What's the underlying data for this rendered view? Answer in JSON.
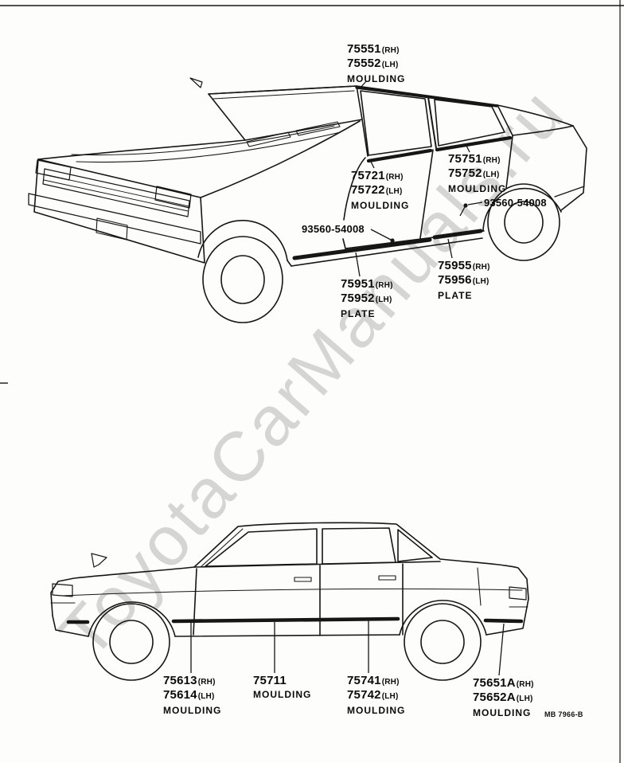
{
  "watermark": "ToyotaCarManuals.ru",
  "footer_code": "MB 7966-B",
  "colors": {
    "ink": "#161616",
    "watermark_gray": "#b5b5b5"
  },
  "labels": {
    "roof": {
      "n1": "75551",
      "s1": "(RH)",
      "n2": "75552",
      "s2": "(LH)",
      "t": "MOULDING"
    },
    "front_door_top": {
      "n1": "75721",
      "s1": "(RH)",
      "n2": "75722",
      "s2": "(LH)",
      "t": "MOULDING"
    },
    "rear_door_top": {
      "n1": "75751",
      "s1": "(RH)",
      "n2": "75752",
      "s2": "(LH)",
      "t": "MOULDING"
    },
    "clip_left": {
      "n": "93560-54008"
    },
    "clip_right": {
      "n": "93560-54008"
    },
    "front_plate": {
      "n1": "75951",
      "s1": "(RH)",
      "n2": "75952",
      "s2": "(LH)",
      "t": "PLATE"
    },
    "rear_plate": {
      "n1": "75955",
      "s1": "(RH)",
      "n2": "75956",
      "s2": "(LH)",
      "t": "PLATE"
    },
    "front_fender": {
      "n1": "75613",
      "s1": "(RH)",
      "n2": "75614",
      "s2": "(LH)",
      "t": "MOULDING"
    },
    "front_door_side": {
      "n1": "75711",
      "t": "MOULDING"
    },
    "rear_door_side": {
      "n1": "75741",
      "s1": "(RH)",
      "n2": "75742",
      "s2": "(LH)",
      "t": "MOULDING"
    },
    "quarter": {
      "n1": "75651A",
      "s1": "(RH)",
      "n2": "75652A",
      "s2": "(LH)",
      "t": "MOULDING"
    }
  }
}
